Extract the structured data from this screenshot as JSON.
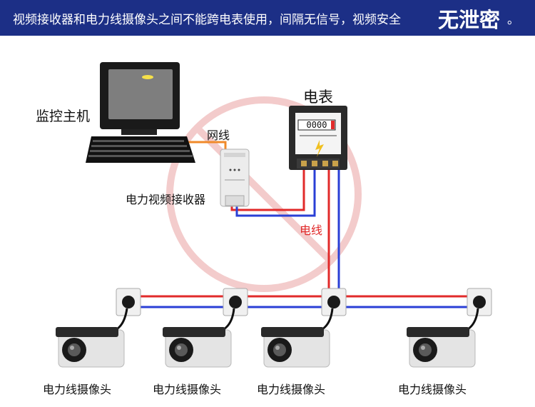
{
  "banner": {
    "text": "视频接收器和电力线摄像头之间不能跨电表使用，间隔无信号，视频安全",
    "emphasis": "无泄密",
    "end": "。"
  },
  "labels": {
    "host": "监控主机",
    "network_cable": "网线",
    "meter": "电表",
    "receiver": "电力视频接收器",
    "power_line": "电线"
  },
  "meter_display": "0000",
  "cameras": [
    {
      "label": "电力线摄像头"
    },
    {
      "label": "电力线摄像头"
    },
    {
      "label": "电力线摄像头"
    },
    {
      "label": "电力线摄像头"
    }
  ],
  "colors": {
    "banner": "#1c2f86",
    "live_wire": "#e12a2a",
    "neutral_wire": "#2a3fd6",
    "network_cable": "#f08a2a",
    "prohibition_mark": "#f2c6c6"
  }
}
